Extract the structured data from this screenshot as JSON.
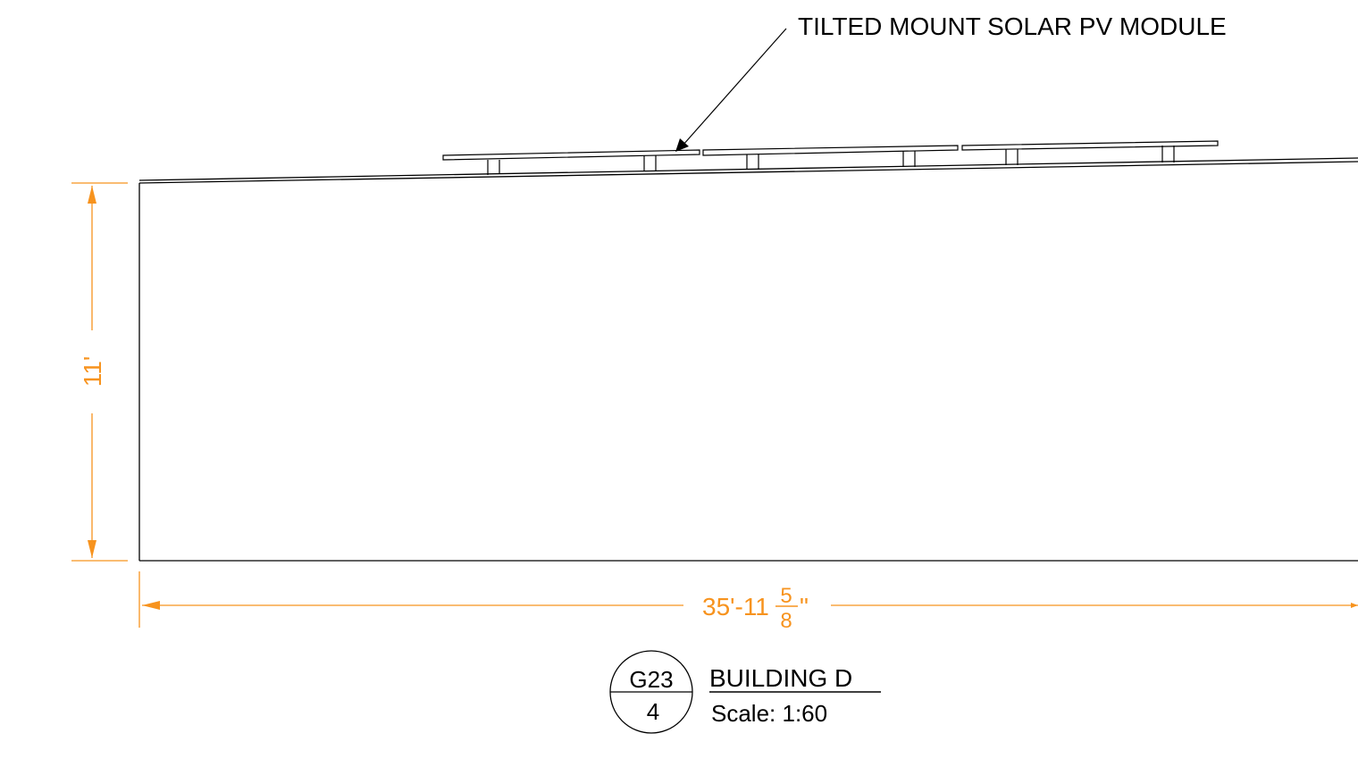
{
  "annotation": {
    "label": "TILTED MOUNT SOLAR PV MODULE"
  },
  "dimensions": {
    "height_label": "11'",
    "width_whole": "35'-11",
    "width_frac_num": "5",
    "width_frac_den": "8",
    "width_suffix": "\""
  },
  "title_block": {
    "sheet_ref": "G23",
    "detail_num": "4",
    "title": "BUILDING D",
    "scale": "Scale: 1:60"
  },
  "colors": {
    "line": "#000000",
    "dimension": "#f7931e"
  }
}
